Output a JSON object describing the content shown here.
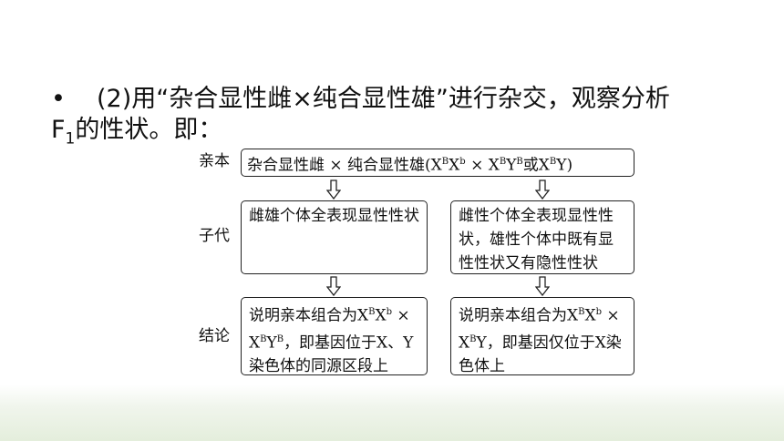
{
  "intro": {
    "bullet": "•",
    "text_part1": "(2)用“杂合显性雌×纯合显性雄”进行杂交，观察分析",
    "f_letter": "F",
    "f_sub": "1",
    "text_part2": "的性状。即："
  },
  "diagram": {
    "labels": {
      "parents": "亲本",
      "offspring": "子代",
      "conclusion": "结论"
    },
    "parents_box": {
      "text": "杂合显性雌 × 纯合显性雄(X^BX^b × X^BY^B或X^BY)"
    },
    "left": {
      "offspring": "雌雄个体全表现显性性状",
      "conclusion": "说明亲本组合为X^BX^b × X^BY^B，即基因位于X、Y染色体的同源区段上"
    },
    "right": {
      "offspring": "雌性个体全表现显性性状，雄性个体中既有显性性状又有隐性性状",
      "conclusion": "说明亲本组合为X^BX^b × X^BY，即基因仅位于X染色体上"
    }
  }
}
